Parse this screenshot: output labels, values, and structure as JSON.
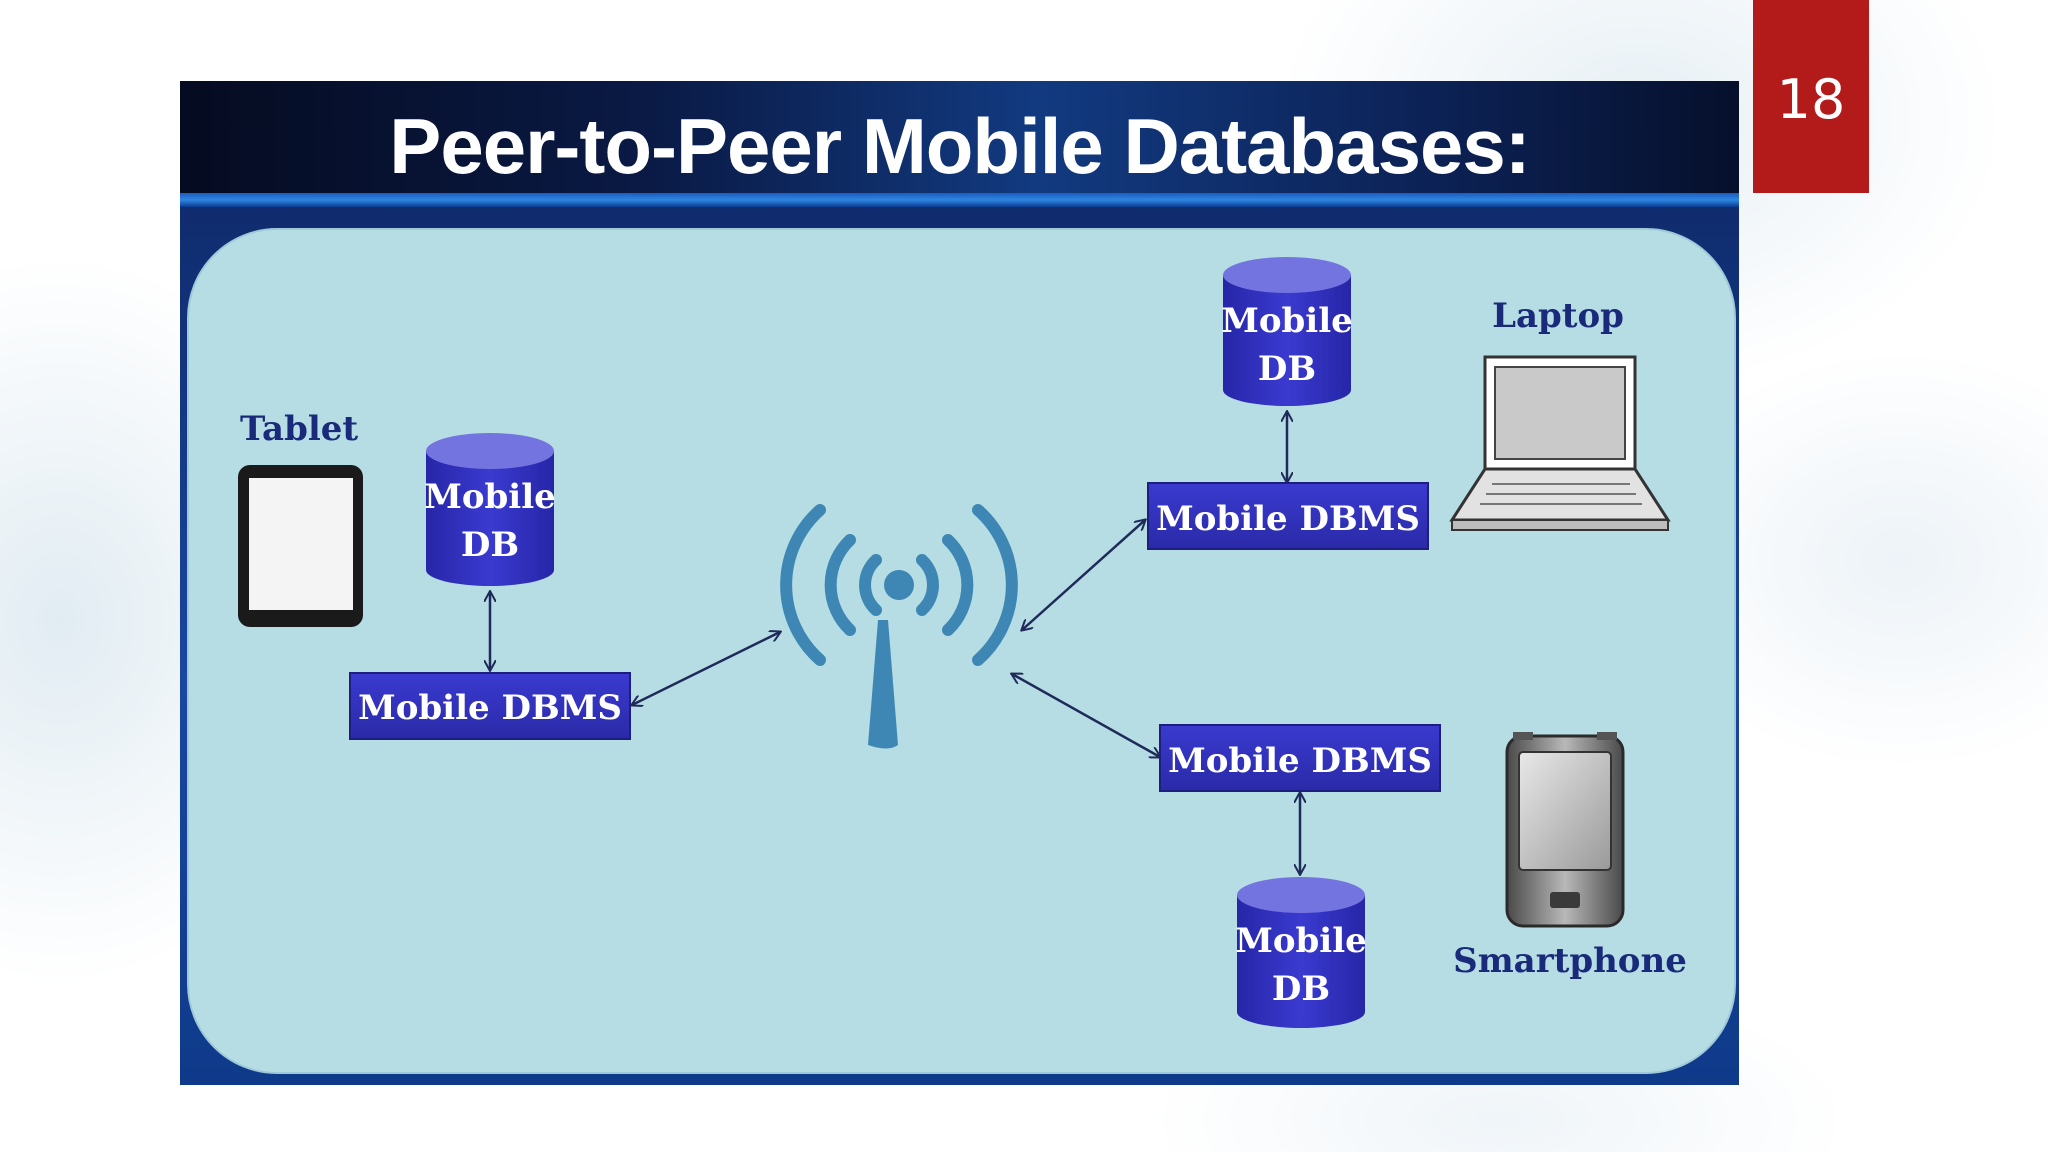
{
  "slide": {
    "number": "18"
  },
  "figure": {
    "title": "Peer-to-Peer Mobile Databases:"
  },
  "diagram": {
    "nodes": {
      "tablet_label": "Tablet",
      "laptop_label": "Laptop",
      "smartphone_label": "Smartphone",
      "db_tablet": [
        "Mobile",
        "DB"
      ],
      "db_laptop": [
        "Mobile",
        "DB"
      ],
      "db_phone": [
        "Mobile",
        "DB"
      ],
      "dbms_tablet": "Mobile DBMS",
      "dbms_laptop": "Mobile DBMS",
      "dbms_phone": "Mobile DBMS"
    },
    "icons": [
      "tablet-icon",
      "laptop-icon",
      "smartphone-icon",
      "wireless-tower-icon",
      "database-icon"
    ],
    "colors": {
      "panel": "#b5dde3",
      "box": "#2e2eb8",
      "db": "#3131c0",
      "db_top": "#7272e0",
      "label": "#1a2a7a",
      "tower": "#3e87b4",
      "slide_number_bg": "#b31b1b"
    }
  }
}
